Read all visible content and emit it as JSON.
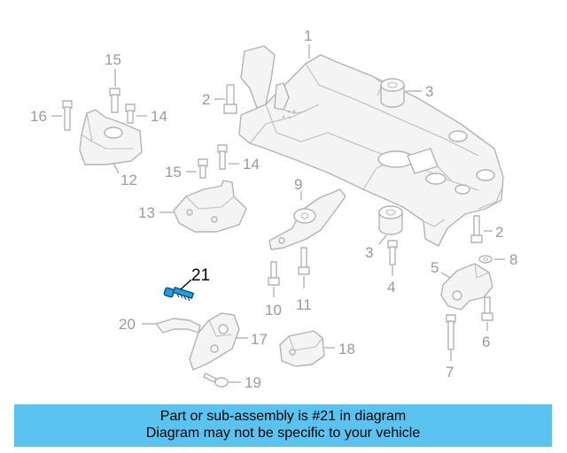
{
  "callouts": {
    "c1": "1",
    "c2a": "2",
    "c2b": "2",
    "c3a": "3",
    "c3b": "3",
    "c4": "4",
    "c5": "5",
    "c6": "6",
    "c7": "7",
    "c8": "8",
    "c9": "9",
    "c10": "10",
    "c11": "11",
    "c12": "12",
    "c13": "13",
    "c14a": "14",
    "c14b": "14",
    "c15a": "15",
    "c15b": "15",
    "c16": "16",
    "c17": "17",
    "c18": "18",
    "c19": "19",
    "c20": "20",
    "c21": "21"
  },
  "highlight_part": "21",
  "colors": {
    "banner": "#5bc3f0",
    "highlight": "#1a9fe0",
    "line_art": "#b3b3b3"
  },
  "banner": {
    "line1": "Part or sub-assembly is #21 in diagram",
    "line2": "Diagram may not be specific to your vehicle"
  }
}
